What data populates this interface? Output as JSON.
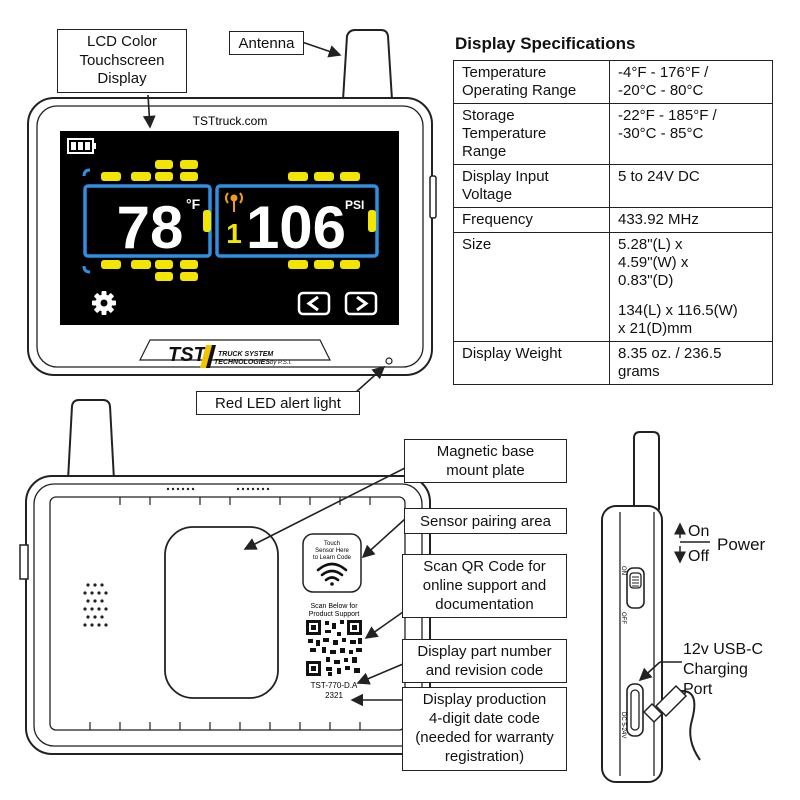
{
  "specs": {
    "title": "Display Specifications",
    "rows": [
      {
        "label": [
          "Temperature",
          "Operating Range"
        ],
        "value": [
          "-4°F - 176°F /",
          "-20°C - 80°C"
        ]
      },
      {
        "label": [
          "Storage",
          "Temperature",
          "Range"
        ],
        "value": [
          "-22°F - 185°F /",
          "-30°C - 85°C"
        ]
      },
      {
        "label": [
          "Display Input",
          "Voltage"
        ],
        "value": [
          "5 to 24V DC"
        ]
      },
      {
        "label": [
          "Frequency"
        ],
        "value": [
          "433.92 MHz"
        ]
      },
      {
        "label": [
          "Size"
        ],
        "value": [
          "5.28\"(L) x",
          "4.59\"(W) x",
          "0.83\"(D)"
        ],
        "value2": [
          "134(L) x 116.5(W)",
          "x 21(D)mm"
        ]
      },
      {
        "label": [
          "Display Weight"
        ],
        "value": [
          "8.35 oz. / 236.5",
          "grams"
        ]
      }
    ]
  },
  "device_front": {
    "brand_url": "TSTtruck.com",
    "temperature_value": "78",
    "temperature_unit": "°F",
    "pressure_value": "106",
    "pressure_unit": "PSI",
    "axle_number": "1",
    "logo_text": "TST",
    "logo_line1": "TRUCK SYSTEM",
    "logo_line2": "TECHNOLOGIES",
    "logo_by": "by P.S.I.",
    "colors": {
      "screen": "#000000",
      "accent_blue": "#2f8fe0",
      "tire_yellow": "#f2e600",
      "signal_orange": "#f29a1a",
      "battery": "#ffffff"
    },
    "icons": [
      "battery-icon",
      "gear-icon",
      "chevron-left-icon",
      "chevron-right-icon",
      "signal-icon"
    ]
  },
  "device_back": {
    "touch_text": [
      "Touch",
      "Sensor Here",
      "to Learn Code"
    ],
    "scan_text": [
      "Scan Below for",
      "Product Support"
    ],
    "part_number": "TST-770-D.A",
    "date_code": "2321"
  },
  "device_side": {
    "on_label": "On",
    "off_label": "Off",
    "power_label": "Power",
    "switch_on_text": "ON",
    "switch_off_text": "OFF",
    "port_text": "DC 5-24V"
  },
  "callouts": {
    "lcd": [
      "LCD Color",
      "Touchscreen",
      "Display"
    ],
    "antenna": "Antenna",
    "led": "Red LED alert light",
    "magnetic": [
      "Magnetic base",
      "mount plate"
    ],
    "pairing": "Sensor pairing area",
    "qr": [
      "Scan QR Code for",
      "online support and",
      "documentation"
    ],
    "part": [
      "Display part number",
      "and revision code"
    ],
    "date": [
      "Display production",
      "4-digit date code",
      "(needed for warranty",
      "registration)"
    ],
    "charging": [
      "12v USB-C",
      "Charging",
      "Port"
    ]
  }
}
